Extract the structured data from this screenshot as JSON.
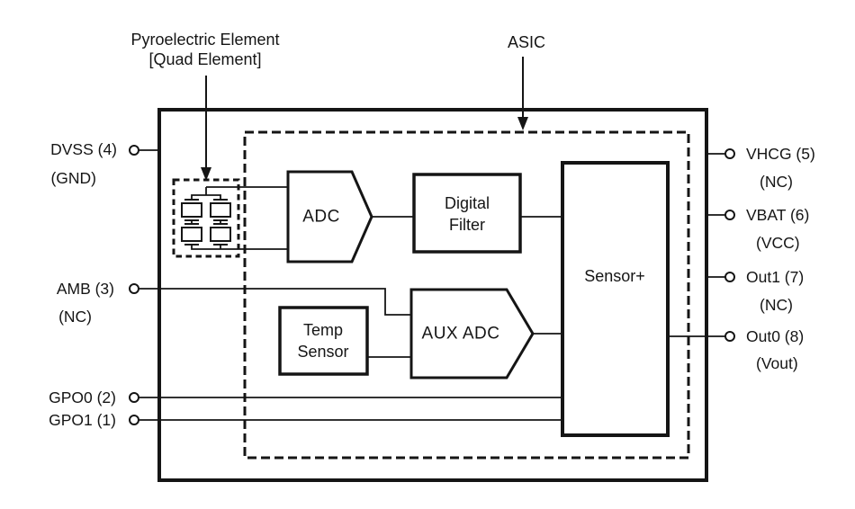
{
  "diagram": {
    "annotations": {
      "pyro_label_line1": "Pyroelectric Element",
      "pyro_label_line2": "[Quad Element]",
      "asic_label": "ASIC"
    },
    "blocks": {
      "adc": "ADC",
      "digital_filter_line1": "Digital",
      "digital_filter_line2": "Filter",
      "temp_sensor_line1": "Temp",
      "temp_sensor_line2": "Sensor",
      "aux_adc": "AUX ADC",
      "sensor_plus": "Sensor+"
    },
    "pins": {
      "left": [
        {
          "label": "DVSS (4)",
          "sublabel": "(GND)"
        },
        {
          "label": "AMB (3)",
          "sublabel": "(NC)"
        },
        {
          "label": "GPO0 (2)"
        },
        {
          "label": "GPO1 (1)"
        }
      ],
      "right": [
        {
          "label": "VHCG (5)",
          "sublabel": "(NC)"
        },
        {
          "label": "VBAT (6)",
          "sublabel": "(VCC)"
        },
        {
          "label": "Out1 (7)",
          "sublabel": "(NC)"
        },
        {
          "label": "Out0 (8)",
          "sublabel": "(Vout)"
        }
      ]
    },
    "colors": {
      "line": "#151515",
      "background": "#ffffff"
    }
  }
}
